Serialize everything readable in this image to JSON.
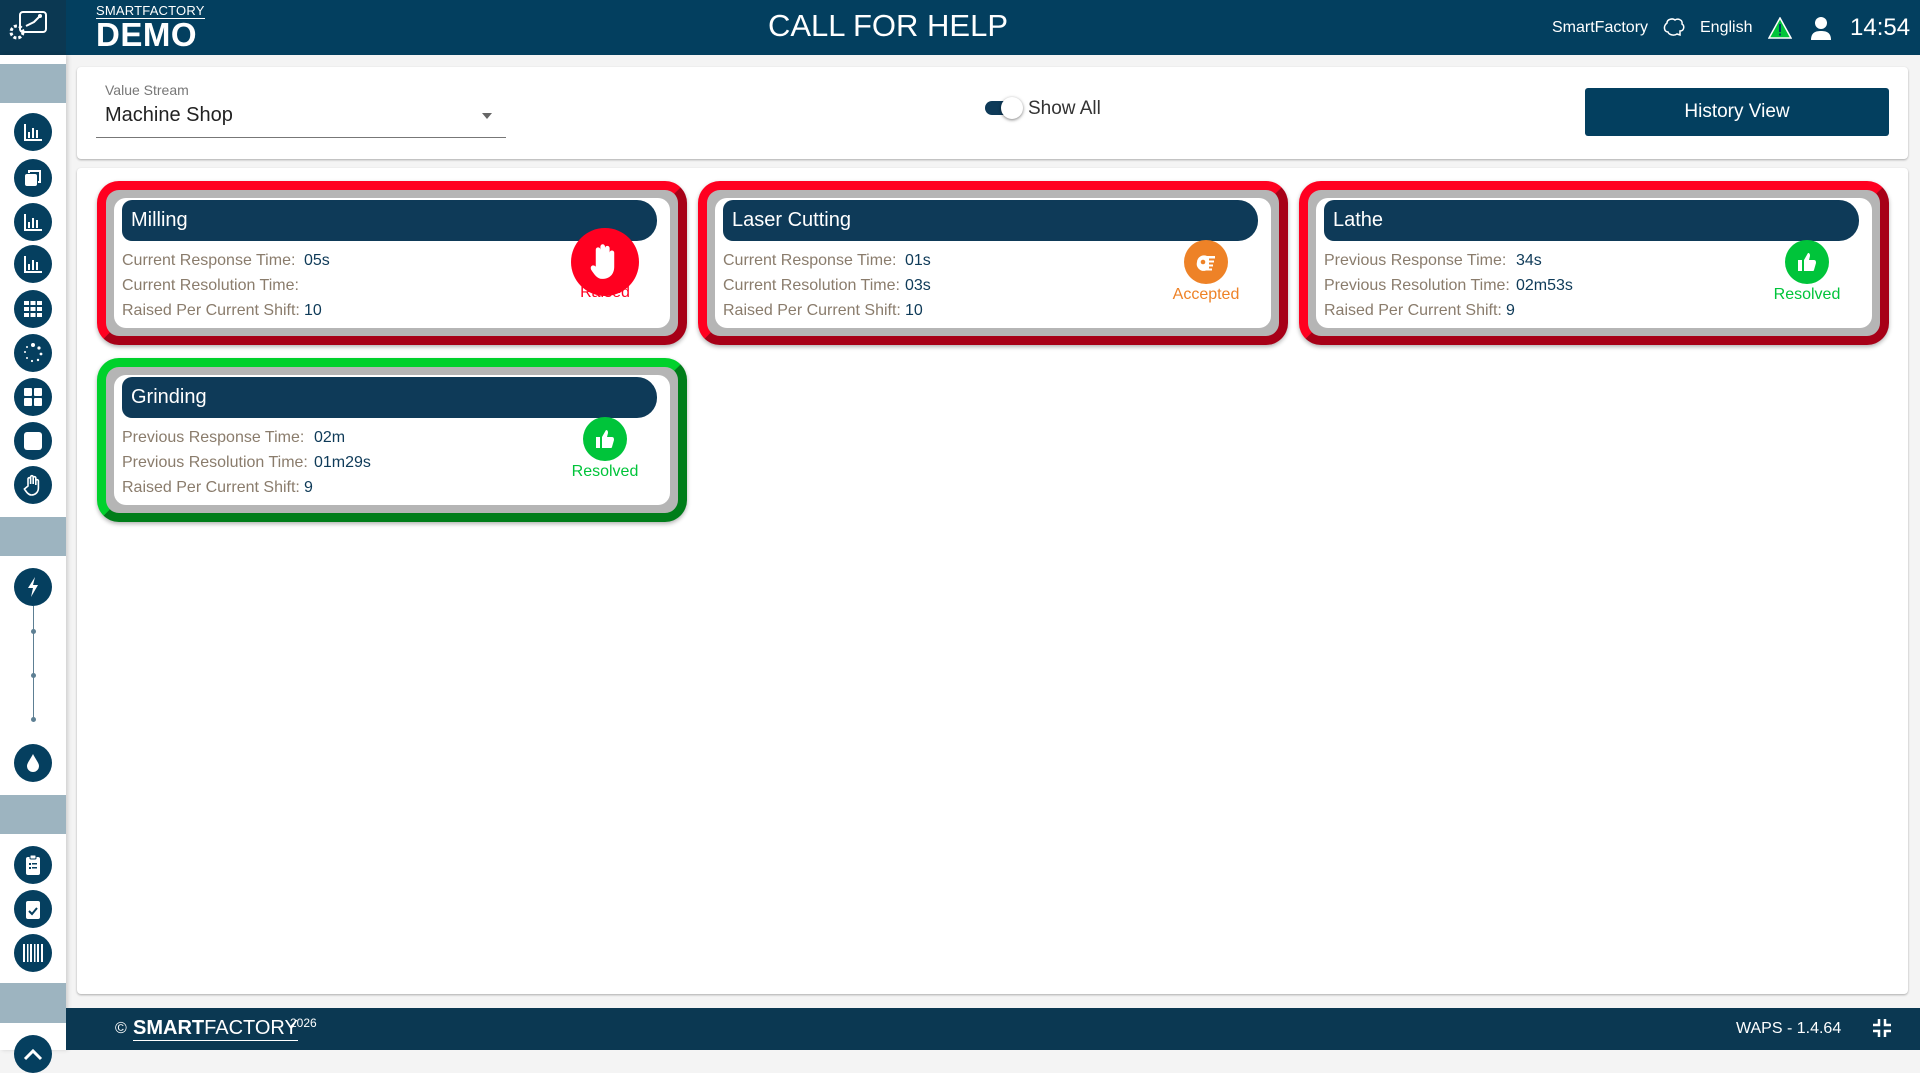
{
  "header": {
    "brand_top": "SMARTFACTORY",
    "brand_bottom": "DEMO",
    "title": "CALL FOR HELP",
    "site": "SmartFactory",
    "language": "English",
    "time": "14:54"
  },
  "filters": {
    "value_stream_label": "Value Stream",
    "value_stream": "Machine Shop",
    "show_all_label": "Show All",
    "show_all_on": true,
    "history_button": "History View"
  },
  "cards": [
    {
      "name": "Milling",
      "rows": [
        {
          "label": "Current Response Time:",
          "value": "05s"
        },
        {
          "label": "Current Resolution Time:",
          "value": ""
        },
        {
          "label": "Raised Per Current Shift:",
          "value": "10"
        }
      ],
      "status": "Raised",
      "status_color": "#ff0020",
      "border": "red"
    },
    {
      "name": "Laser Cutting",
      "rows": [
        {
          "label": "Current Response Time:",
          "value": "01s"
        },
        {
          "label": "Current Resolution Time:",
          "value": "03s"
        },
        {
          "label": "Raised Per Current Shift:",
          "value": "10"
        }
      ],
      "status": "Accepted",
      "status_color": "#ee8227",
      "border": "red"
    },
    {
      "name": "Lathe",
      "rows": [
        {
          "label": "Previous Response Time:",
          "value": "34s"
        },
        {
          "label": "Previous Resolution Time:",
          "value": "02m53s"
        },
        {
          "label": "Raised Per Current Shift:",
          "value": "9"
        }
      ],
      "status": "Resolved",
      "status_color": "#00c43a",
      "border": "red"
    },
    {
      "name": "Grinding",
      "rows": [
        {
          "label": "Previous Response Time:",
          "value": "02m"
        },
        {
          "label": "Previous Resolution Time:",
          "value": "01m29s"
        },
        {
          "label": "Raised Per Current Shift:",
          "value": "9"
        }
      ],
      "status": "Resolved",
      "status_color": "#00c43a",
      "border": "green"
    }
  ],
  "footer": {
    "copyright": "©",
    "brand_bold": "SMART",
    "brand_light": "FACTORY",
    "year": "2026",
    "version": "WAPS - 1.4.64"
  },
  "colors": {
    "primary": "#033f5f",
    "raised": "#ff0020",
    "accepted": "#ee8227",
    "resolved": "#00c43a"
  }
}
